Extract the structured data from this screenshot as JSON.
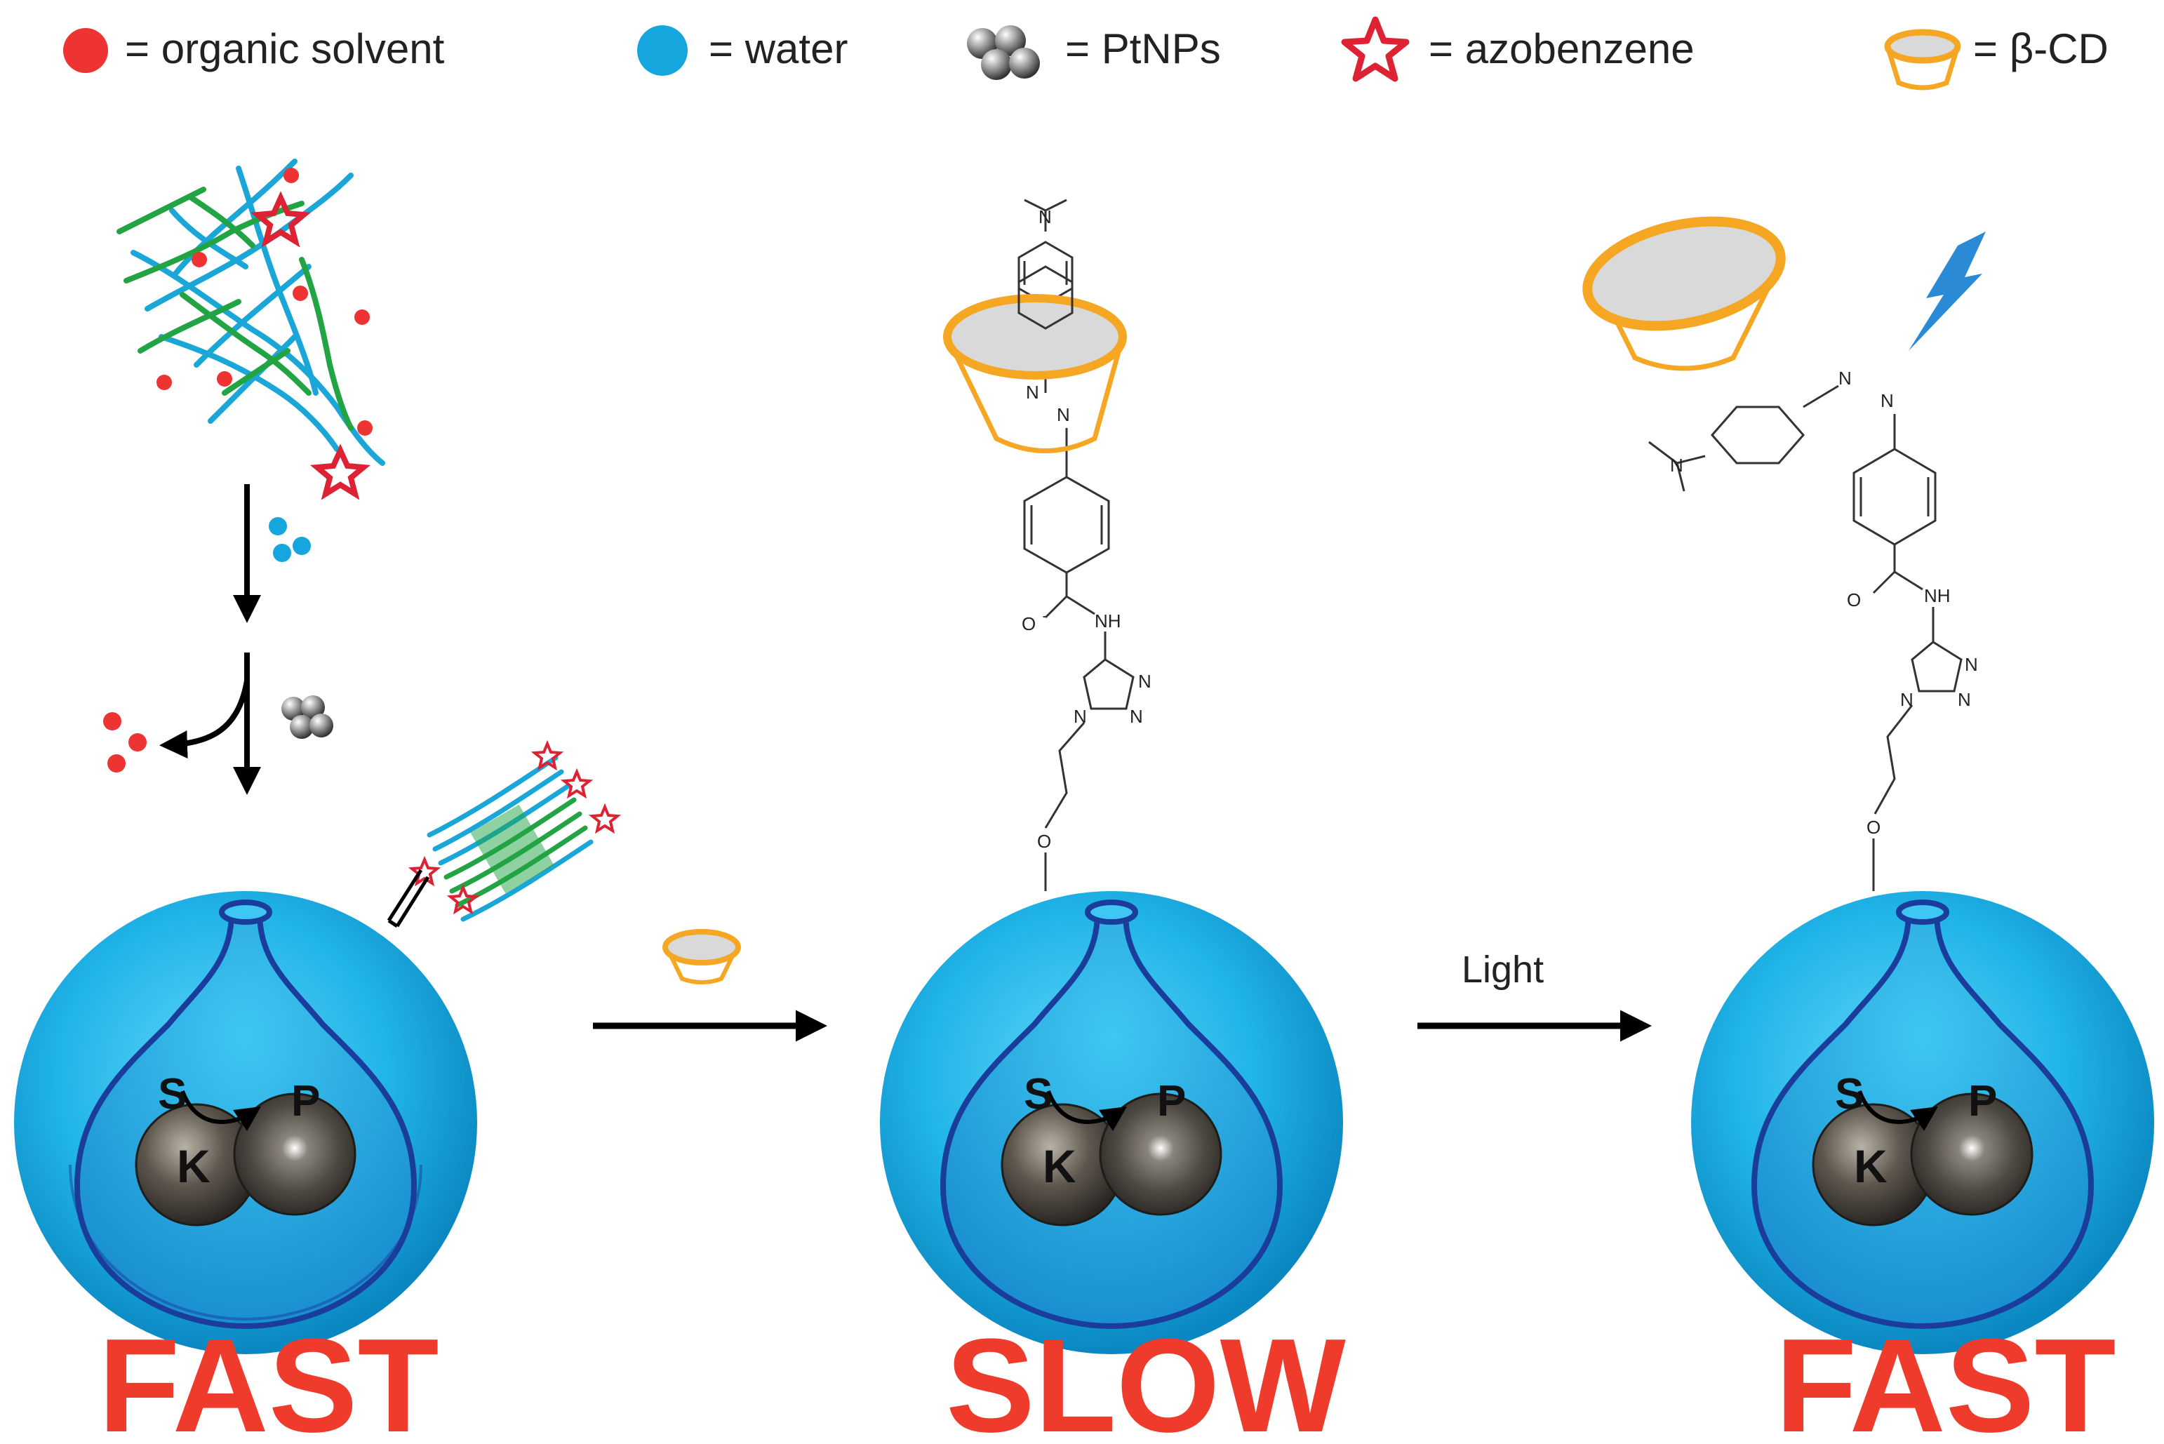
{
  "legend": {
    "organic_solvent": "= organic solvent",
    "water": "= water",
    "ptnps": "= PtNPs",
    "azobenzene": "= azobenzene",
    "beta_cd": "= β-CD"
  },
  "atoms": {
    "n": "N",
    "nh": "NH",
    "o": "O"
  },
  "reaction": {
    "substrate": "S",
    "product": "P",
    "catalyst": "K"
  },
  "arrows": {
    "light": "Light"
  },
  "states": {
    "left": "FAST",
    "middle": "SLOW",
    "right": "FAST"
  },
  "colors": {
    "organic_solvent": "#ee3333",
    "water": "#14a6dc",
    "azobenzene": "#dd2233",
    "beta_cd": "#f5a623",
    "rate_text": "#ef3b2c",
    "sphere": "#1fb2e6",
    "chain_blue": "#1aa7d8",
    "chain_green": "#22a444"
  }
}
